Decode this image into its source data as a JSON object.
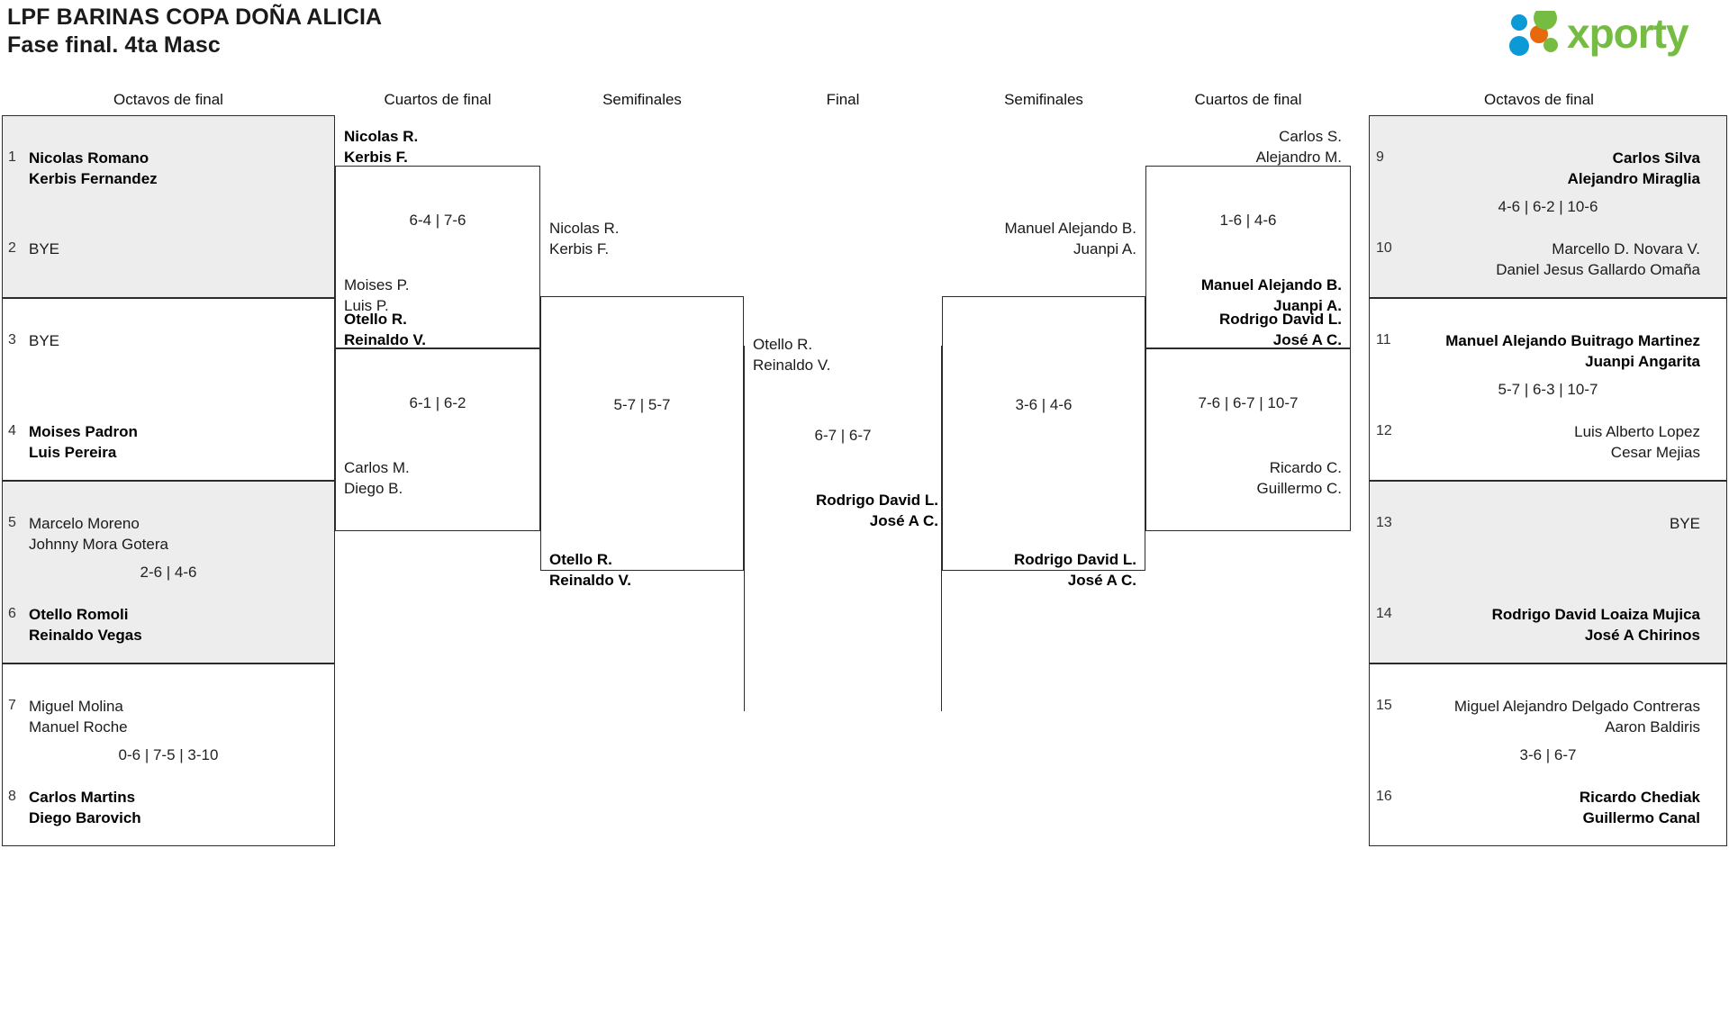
{
  "header": {
    "tournament_title": "LPF BARINAS COPA DOÑA ALICIA",
    "phase_title": "Fase final. 4ta Masc",
    "logo_text": "xporty",
    "logo_colors": {
      "blue": "#0b9ad6",
      "orange": "#e8690b",
      "green": "#76bc43"
    }
  },
  "round_headers": {
    "left_r16": "Octavos de final",
    "left_qf": "Cuartos de final",
    "left_sf": "Semifinales",
    "final": "Final",
    "right_sf": "Semifinales",
    "right_qf": "Cuartos de final",
    "right_r16": "Octavos de final"
  },
  "bracket": {
    "left_r16": [
      {
        "shaded": true,
        "score": "",
        "top": {
          "seed": "1",
          "n1": "Nicolas Romano",
          "n2": "Kerbis Fernandez",
          "winner": true
        },
        "bottom": {
          "seed": "2",
          "n1": "BYE",
          "n2": "",
          "winner": false
        }
      },
      {
        "shaded": false,
        "score": "",
        "top": {
          "seed": "3",
          "n1": "BYE",
          "n2": "",
          "winner": false
        },
        "bottom": {
          "seed": "4",
          "n1": "Moises Padron",
          "n2": "Luis Pereira",
          "winner": true
        }
      },
      {
        "shaded": true,
        "score": "2-6 | 4-6",
        "top": {
          "seed": "5",
          "n1": "Marcelo Moreno",
          "n2": "Johnny Mora Gotera",
          "winner": false
        },
        "bottom": {
          "seed": "6",
          "n1": "Otello Romoli",
          "n2": "Reinaldo Vegas",
          "winner": true
        }
      },
      {
        "shaded": false,
        "score": "0-6 | 7-5 | 3-10",
        "top": {
          "seed": "7",
          "n1": "Miguel Molina",
          "n2": "Manuel Roche",
          "winner": false
        },
        "bottom": {
          "seed": "8",
          "n1": "Carlos Martins",
          "n2": "Diego Barovich",
          "winner": true
        }
      }
    ],
    "left_qf": [
      {
        "score": "6-4 | 7-6",
        "top": {
          "n1": "Nicolas R.",
          "n2": "Kerbis F.",
          "winner": true
        },
        "bottom": {
          "n1": "Moises P.",
          "n2": "Luis P.",
          "winner": false
        }
      },
      {
        "score": "6-1 | 6-2",
        "top": {
          "n1": "Otello R.",
          "n2": "Reinaldo V.",
          "winner": true
        },
        "bottom": {
          "n1": "Carlos M.",
          "n2": "Diego B.",
          "winner": false
        }
      }
    ],
    "left_sf": [
      {
        "score": "5-7 | 5-7",
        "top": {
          "n1": "Nicolas R.",
          "n2": "Kerbis F.",
          "winner": false
        },
        "bottom": {
          "n1": "Otello R.",
          "n2": "Reinaldo V.",
          "winner": true
        }
      }
    ],
    "final": [
      {
        "score": "6-7 | 6-7",
        "top": {
          "n1": "Otello R.",
          "n2": "Reinaldo V.",
          "winner": false
        },
        "bottom": {
          "n1": "Rodrigo David L.",
          "n2": "José A C.",
          "winner": true
        }
      }
    ],
    "right_sf": [
      {
        "score": "3-6 | 4-6",
        "top": {
          "n1": "Manuel Alejando B.",
          "n2": "Juanpi A.",
          "winner": false
        },
        "bottom": {
          "n1": "Rodrigo David L.",
          "n2": "José A C.",
          "winner": true
        }
      }
    ],
    "right_qf": [
      {
        "score": "1-6 | 4-6",
        "top": {
          "n1": "Carlos S.",
          "n2": "Alejandro M.",
          "winner": false
        },
        "bottom": {
          "n1": "Manuel Alejando B.",
          "n2": "Juanpi A.",
          "winner": true
        }
      },
      {
        "score": "7-6 | 6-7 | 10-7",
        "top": {
          "n1": "Rodrigo David L.",
          "n2": "José A C.",
          "winner": true
        },
        "bottom": {
          "n1": "Ricardo C.",
          "n2": "Guillermo C.",
          "winner": false
        }
      }
    ],
    "right_r16": [
      {
        "shaded": true,
        "score": "4-6 | 6-2 | 10-6",
        "top": {
          "seed": "9",
          "n1": "Carlos Silva",
          "n2": "Alejandro Miraglia",
          "winner": true
        },
        "bottom": {
          "seed": "10",
          "n1": "Marcello D. Novara V.",
          "n2": "Daniel Jesus Gallardo Omaña",
          "winner": false
        }
      },
      {
        "shaded": false,
        "score": "5-7 | 6-3 | 10-7",
        "top": {
          "seed": "11",
          "n1": "Manuel Alejando Buitrago Martinez",
          "n2": "Juanpi Angarita",
          "winner": true
        },
        "bottom": {
          "seed": "12",
          "n1": "Luis Alberto Lopez",
          "n2": "Cesar Mejias",
          "winner": false
        }
      },
      {
        "shaded": true,
        "score": "",
        "top": {
          "seed": "13",
          "n1": "BYE",
          "n2": "",
          "winner": false
        },
        "bottom": {
          "seed": "14",
          "n1": "Rodrigo David Loaiza Mujica",
          "n2": "José A Chirinos",
          "winner": true
        }
      },
      {
        "shaded": false,
        "score": "3-6 | 6-7",
        "top": {
          "seed": "15",
          "n1": "Miguel Alejandro Delgado Contreras",
          "n2": "Aaron Baldiris",
          "winner": false
        },
        "bottom": {
          "seed": "16",
          "n1": "Ricardo Chediak",
          "n2": "Guillermo Canal",
          "winner": true
        }
      }
    ]
  }
}
